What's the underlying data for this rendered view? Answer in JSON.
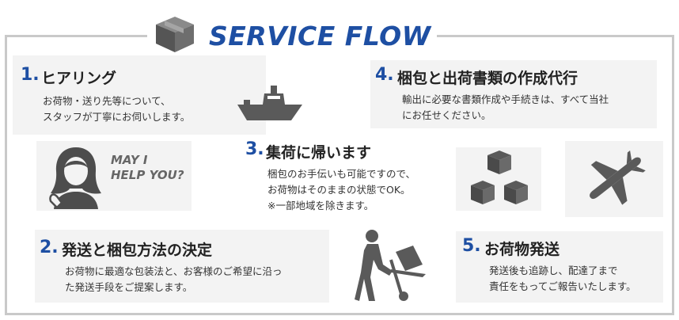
{
  "header": {
    "title": "SERVICE FLOW",
    "accent_color": "#1e4fa3",
    "icon": "cardboard-box-icon"
  },
  "steps": [
    {
      "number": "1.",
      "title": "ヒアリング",
      "description_lines": [
        "お荷物・送り先等について、",
        "スタッフが丁寧にお伺いします。"
      ],
      "icon": "woman-support-icon",
      "speech_lines": [
        "MAY I",
        "HELP YOU?"
      ]
    },
    {
      "number": "2.",
      "title": "発送と梱包方法の決定",
      "description_lines": [
        "お荷物に最適な包装法と、お客様のご希望に沿っ",
        "た発送手段をご提案します。"
      ],
      "icon": "hand-truck-icon"
    },
    {
      "number": "3.",
      "title": "集荷に帰います",
      "description_lines": [
        "梱包のお手伝いも可能ですので、",
        "お荷物はそのままの状態でOK。",
        "※一部地域を除きます。"
      ],
      "icon": "ship-icon"
    },
    {
      "number": "4.",
      "title": "梱包と出荷書類の作成代行",
      "description_lines": [
        "輸出に必要な書類作成や手続きは、すべて当社",
        "にお任せください。"
      ],
      "icon": "boxes-icon"
    },
    {
      "number": "5.",
      "title": "お荷物発送",
      "description_lines": [
        "発送後も追跡し、配達了まで",
        "責任をもってご報告いたします。"
      ],
      "icon": "airplane-icon"
    }
  ]
}
